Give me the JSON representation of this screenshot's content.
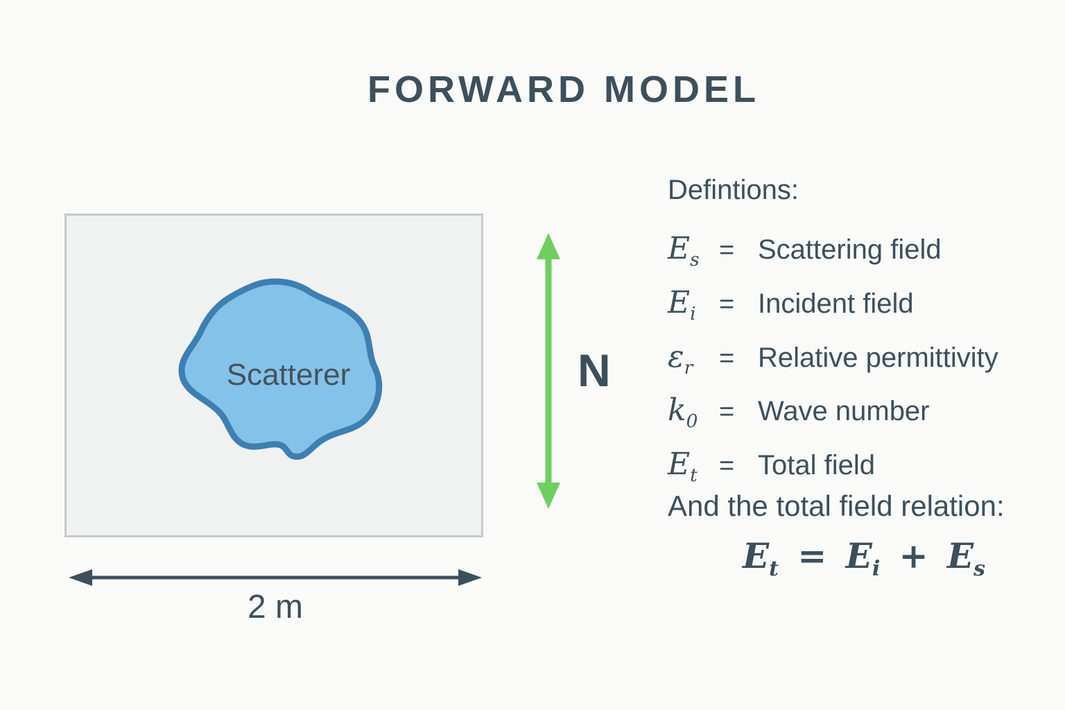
{
  "title": "FORWARD MODEL",
  "diagram": {
    "scatterer_label": "Scatterer",
    "height_label": "N",
    "width_label": "2 m"
  },
  "definitions": {
    "heading": "Defintions:",
    "equals": "=",
    "items": [
      {
        "symbol": "E",
        "sub": "s",
        "description": "Scattering field"
      },
      {
        "symbol": "E",
        "sub": "i",
        "description": "Incident field"
      },
      {
        "symbol": "ε",
        "sub": "r",
        "description": "Relative permittivity"
      },
      {
        "symbol": "k",
        "sub": "0",
        "description": "Wave number"
      },
      {
        "symbol": "E",
        "sub": "t",
        "description": "Total field"
      }
    ]
  },
  "relation": {
    "heading": "And the total field relation:",
    "equation": {
      "lhs": {
        "symbol": "E",
        "sub": "t"
      },
      "equals": "=",
      "rhs1": {
        "symbol": "E",
        "sub": "i"
      },
      "plus": "+",
      "rhs2": {
        "symbol": "E",
        "sub": "s"
      }
    }
  },
  "colors": {
    "text": "#3d4f5b",
    "arrow_green": "#6fce60",
    "arrow_dark": "#3d4f5a",
    "blob_fill": "#85c2e9",
    "blob_stroke": "#3e7fb2",
    "box_fill": "#f0f1f1",
    "box_border": "#c6c9cb",
    "background": "#fafaf9"
  }
}
